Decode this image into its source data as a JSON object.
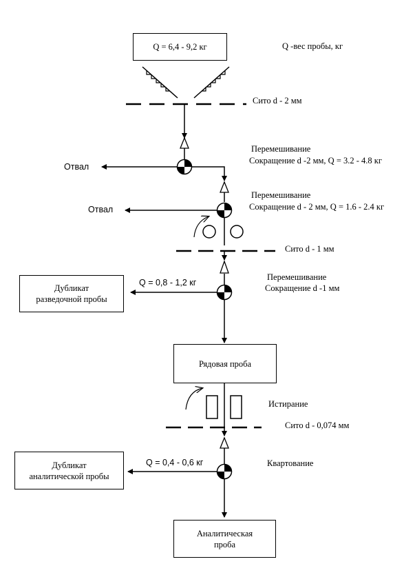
{
  "boxes": {
    "top": "Q = 6,4 - 9,2 кг",
    "routine": "Рядовая проба",
    "dup_exploration": [
      "Дубликат",
      "разведочной пробы"
    ],
    "dup_analytical": [
      "Дубликат",
      "аналитической пробы"
    ],
    "analytical": [
      "Аналитическая",
      "проба"
    ]
  },
  "labels": {
    "q_legend": "Q -вес пробы, кг",
    "sieve_2": "Сито d - 2 мм",
    "mix1": [
      "Перемешивание",
      "Сокращение d -2 мм, Q = 3.2 - 4.8 кг"
    ],
    "waste1": "Отвал",
    "mix2": [
      "Перемешивание",
      "Сокращение d - 2 мм, Q = 1.6 - 2.4 кг"
    ],
    "waste2": "Отвал",
    "sieve_1": "Сито d - 1 мм",
    "mix3": [
      "Перемешивание",
      "Сокращение d -1 мм"
    ],
    "q_dup1": "Q = 0,8 - 1,2 кг",
    "abrasion": "Истирание",
    "sieve_0074": "Сито d - 0,074 мм",
    "quartering": "Квартование",
    "q_dup2": "Q = 0,4 - 0,6 кг"
  }
}
